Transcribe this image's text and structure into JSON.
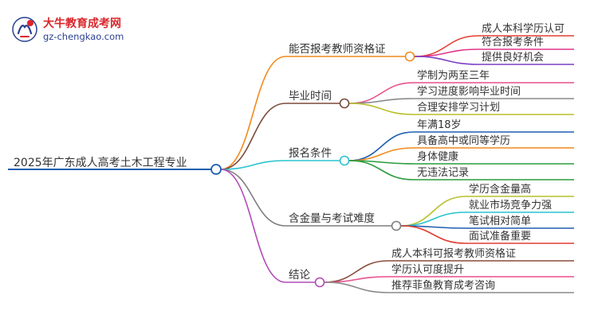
{
  "brand": {
    "name": "大牛教育成考网",
    "url": "gz-chengkao.com",
    "logo_icon": "mascot-logo-icon",
    "logo_colors": {
      "red": "#d9262b",
      "blue": "#2a3f8f"
    }
  },
  "mindmap": {
    "root": {
      "label": "2025年广东成人高考土木工程专业",
      "color": "#1f5fb0"
    },
    "branches": [
      {
        "label": "能否报考教师资格证",
        "color": "#f28a1b",
        "children": [
          {
            "label": "成人本科学历认可",
            "color": "#e23d30"
          },
          {
            "label": "符合报考条件",
            "color": "#e0338c"
          },
          {
            "label": "提供良好机会",
            "color": "#7b3fc4"
          }
        ]
      },
      {
        "label": "毕业时间",
        "color": "#7a4a3a",
        "children": [
          {
            "label": "学制为两至三年",
            "color": "#e84f8c"
          },
          {
            "label": "学习进度影响毕业时间",
            "color": "#8a8a8a"
          },
          {
            "label": "合理安排学习计划",
            "color": "#b8c12a"
          }
        ]
      },
      {
        "label": "报名条件",
        "color": "#28c4cf",
        "children": [
          {
            "label": "年满18岁",
            "color": "#1f5fb0"
          },
          {
            "label": "具备高中或同等学历",
            "color": "#f28a1b"
          },
          {
            "label": "身体健康",
            "color": "#2b9a3c"
          },
          {
            "label": "无违法记录",
            "color": "#2b9a3c"
          }
        ]
      },
      {
        "label": "含金量与考试难度",
        "color": "#7f7f7f",
        "children": [
          {
            "label": "学历含金量高",
            "color": "#b8c12a"
          },
          {
            "label": "就业市场竞争力强",
            "color": "#28c4cf"
          },
          {
            "label": "笔试相对简单",
            "color": "#1f5fb0"
          },
          {
            "label": "面试准备重要",
            "color": "#e23d30"
          }
        ]
      },
      {
        "label": "结论",
        "color": "#b24ab8",
        "children": [
          {
            "label": "成人本科可报考教师资格证",
            "color": "#8b4a3a"
          },
          {
            "label": "学历认可度提升",
            "color": "#e84f8c"
          },
          {
            "label": "推荐菲鱼教育成考咨询",
            "color": "#8a8a8a"
          }
        ]
      }
    ]
  }
}
